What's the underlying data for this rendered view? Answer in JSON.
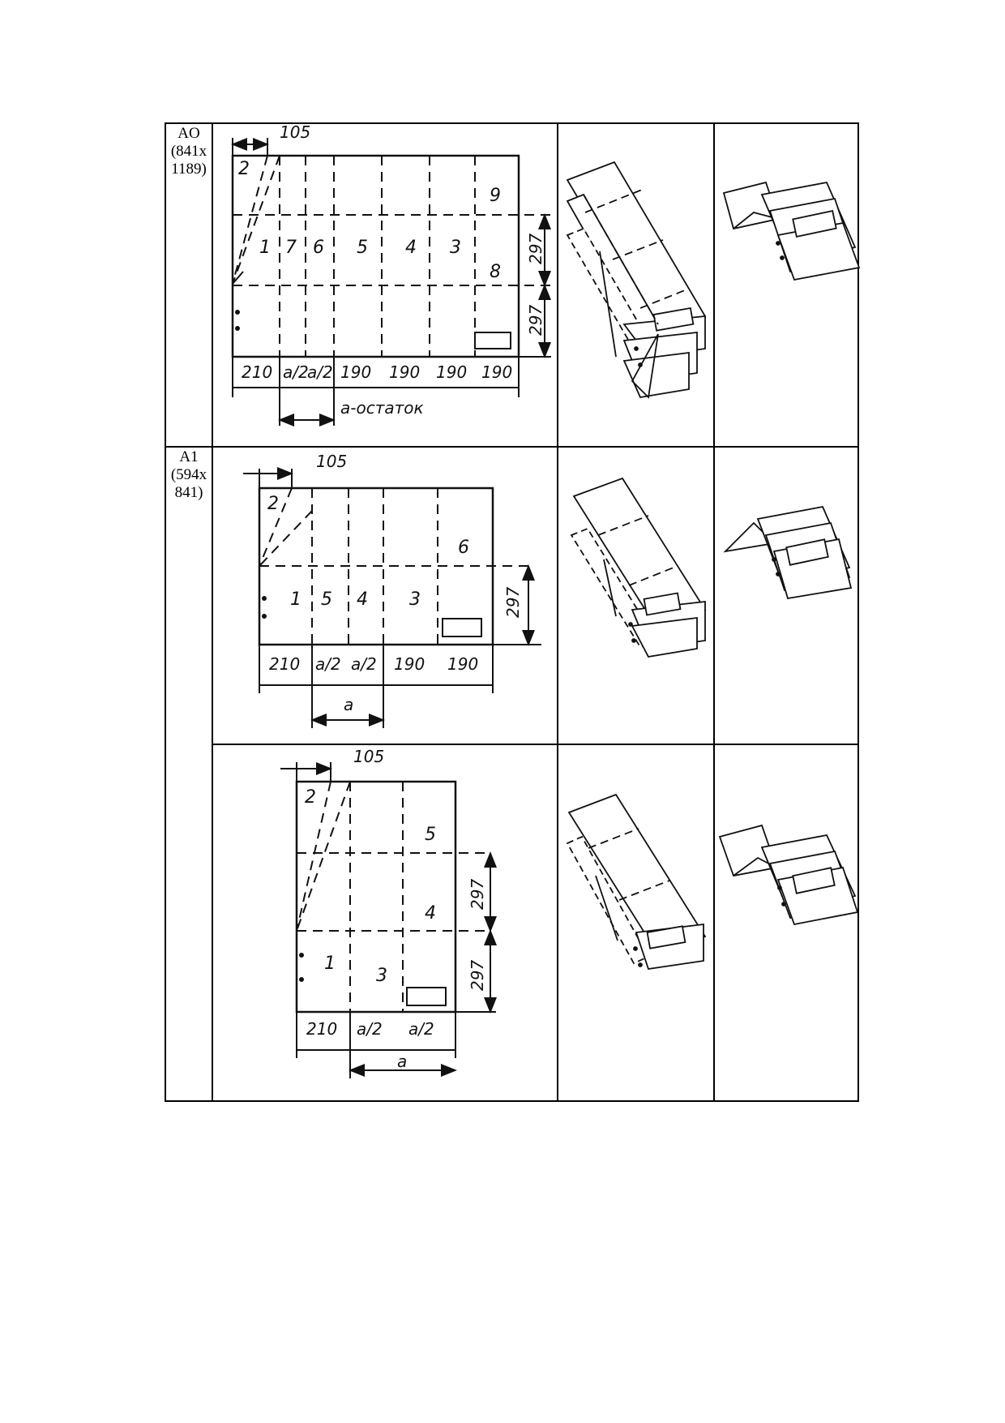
{
  "formats": [
    {
      "code": "AO",
      "size_line1": "(841x",
      "size_line2": "1189)"
    },
    {
      "code": "A1",
      "size_line1": "(594x",
      "size_line2": "841)"
    }
  ],
  "diagram_a0": {
    "top_dim": "105",
    "panels": [
      "2",
      "1",
      "7",
      "6",
      "5",
      "4",
      "3",
      "9",
      "8"
    ],
    "side_dims": [
      "297",
      "297"
    ],
    "bottom_dims": [
      "210",
      "a/2",
      "a/2",
      "190",
      "190",
      "190",
      "190"
    ],
    "remainder_label": "a-остаток"
  },
  "diagram_a1_first": {
    "top_dim": "105",
    "panels": [
      "2",
      "1",
      "5",
      "4",
      "3",
      "6"
    ],
    "side_dims": [
      "297"
    ],
    "bottom_dims": [
      "210",
      "a/2",
      "a/2",
      "190",
      "190"
    ],
    "a_label": "a"
  },
  "diagram_a1_second": {
    "top_dim": "105",
    "panels": [
      "2",
      "1",
      "3",
      "5",
      "4"
    ],
    "side_dims": [
      "297",
      "297"
    ],
    "bottom_dims": [
      "210",
      "a/2",
      "a/2"
    ],
    "a_label": "a"
  }
}
